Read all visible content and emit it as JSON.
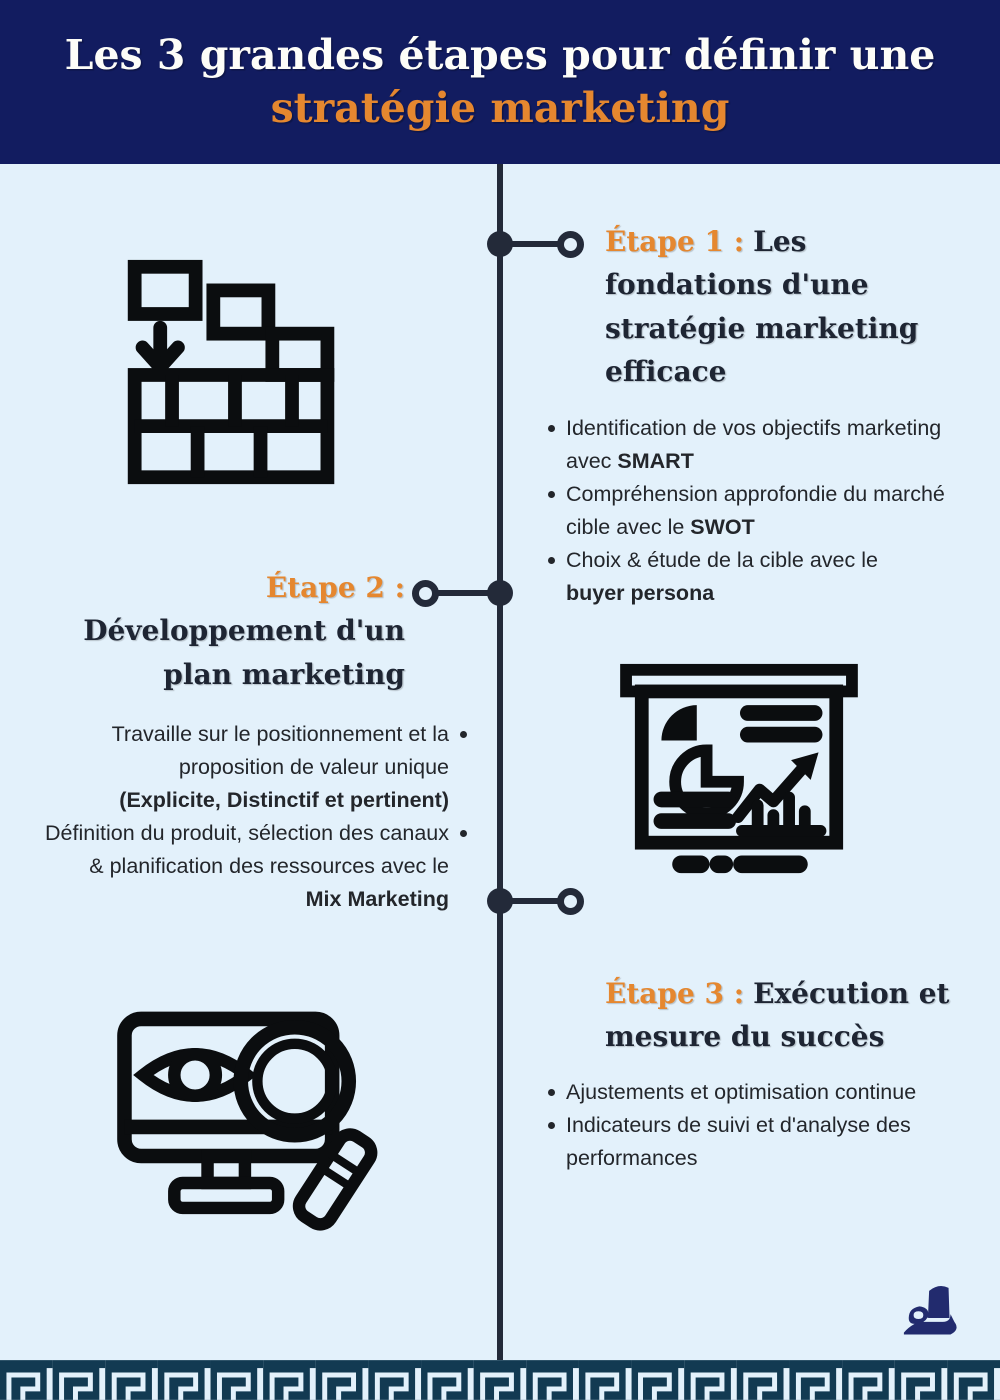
{
  "colors": {
    "background": "#e3f1fb",
    "header_bg": "#121c60",
    "accent_orange": "#e5872f",
    "title_dark": "#1e2533",
    "body_text": "#23262b",
    "timeline": "#232a39",
    "icon_black": "#0b0d0f",
    "meander": "#123a52",
    "logo_navy": "#222b6e"
  },
  "header": {
    "title_line1": "Les 3 grandes étapes pour définir une",
    "title_line2": "stratégie marketing"
  },
  "steps": [
    {
      "label": "Étape 1 :",
      "title": "Les fondations d'une stratégie marketing efficace",
      "icon": "brick-wall-foundation-icon",
      "bullets": [
        [
          {
            "t": "Identification de vos objectifs marketing avec ",
            "b": false
          },
          {
            "t": "SMART",
            "b": true
          }
        ],
        [
          {
            "t": "Compréhension approfondie du marché cible avec le ",
            "b": false
          },
          {
            "t": "SWOT",
            "b": true
          }
        ],
        [
          {
            "t": "Choix & étude de la cible avec le ",
            "b": false
          },
          {
            "t": "buyer persona",
            "b": true
          }
        ]
      ]
    },
    {
      "label": "Étape 2 :",
      "title": "Développement d'un plan marketing",
      "icon": "presentation-charts-icon",
      "bullets": [
        [
          {
            "t": "Travaille sur le positionnement et la proposition de valeur unique ",
            "b": false
          },
          {
            "t": "(Explicite, Distinctif et pertinent)",
            "b": true
          }
        ],
        [
          {
            "t": "Définition du produit, sélection des canaux & planification des ressources avec le ",
            "b": false
          },
          {
            "t": "Mix Marketing",
            "b": true
          }
        ]
      ]
    },
    {
      "label": "Étape 3 :",
      "title": "Exécution et mesure du succès",
      "icon": "monitor-eye-magnifier-icon",
      "bullets": [
        [
          {
            "t": "Ajustements et optimisation continue",
            "b": false
          }
        ],
        [
          {
            "t": "Indicateurs de suivi et d'analyse des performances",
            "b": false
          }
        ]
      ]
    }
  ],
  "footer": {
    "logo": "ship-logo",
    "border": "greek-key-meander-border"
  }
}
